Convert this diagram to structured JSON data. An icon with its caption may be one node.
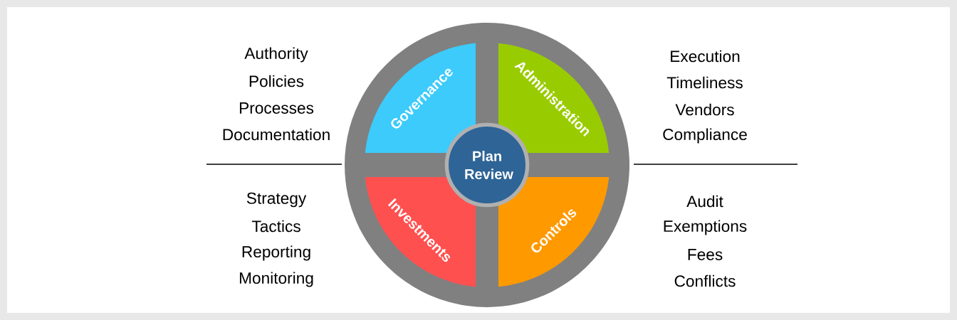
{
  "diagram": {
    "nodes": [
      {
        "text": [
          "Governance"
        ]
      },
      {
        "text": [
          "Administration"
        ]
      },
      {
        "text": [
          "Investments"
        ]
      },
      {
        "text": [
          "Controls"
        ]
      },
      {
        "text": [
          "Plan Review"
        ]
      }
    ],
    "labels": [
      "Authority",
      "Policies",
      "Processes",
      "Documentation",
      "Execution",
      "Timeliness",
      "Vendors",
      "Compliance",
      "Strategy",
      "Tactics",
      "Reporting",
      "Monitoring",
      "Audit",
      "Exemptions",
      "Fees",
      "Conflicts"
    ]
  }
}
